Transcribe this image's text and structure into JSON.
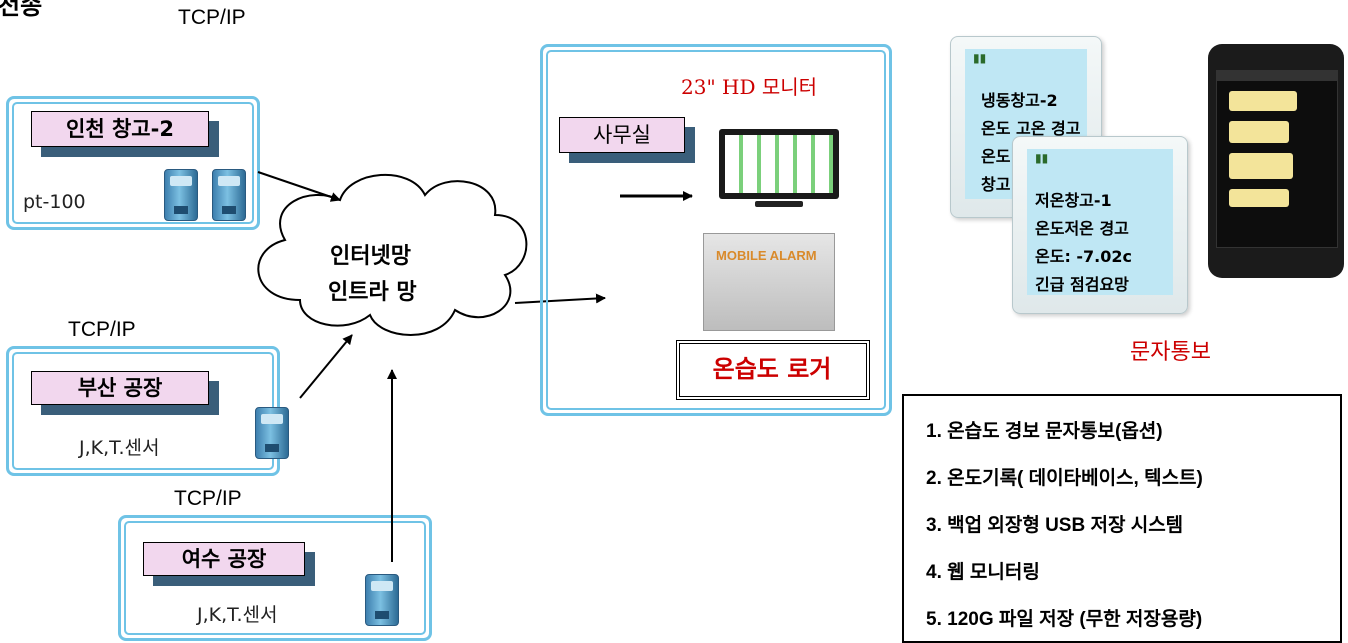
{
  "top_fragment": "전송",
  "network_labels": {
    "incheon": "TCP/IP",
    "busan": "TCP/IP",
    "yeosu": "TCP/IP"
  },
  "sites": {
    "incheon": {
      "name": "인천 창고-2",
      "sensor": "pt-100"
    },
    "busan": {
      "name": "부산 공장",
      "sensor": "J,K,T.센서"
    },
    "yeosu": {
      "name": "여수 공장",
      "sensor": "J,K,T.센서"
    }
  },
  "cloud": {
    "line1": "인터넷망",
    "line2": "인트라 망"
  },
  "office": {
    "monitor_label": "23\" HD 모니터",
    "office_label": "사무실",
    "alarm_device_label": "MOBILE ALARM",
    "logger_label": "온습도 로거"
  },
  "sms": {
    "caption": "문자통보",
    "phone1": [
      "냉동창고-2",
      "온도 고온 경고",
      "온도",
      "창고"
    ],
    "phone2": [
      "저온창고-1",
      "온도저온 경고",
      "온도:  -7.02c",
      "긴급 점검요망"
    ]
  },
  "features": [
    "1. 온습도 경보 문자통보(옵션)",
    "2. 온도기록( 데이타베이스, 텍스트)",
    "3. 백업 외장형 USB 저장 시스템",
    "4. 웹 모니터링",
    "5. 120G 파일 저장 (무한 저장용량)"
  ],
  "colors": {
    "site_border": "#6fc3e6",
    "label_bg": "#f2d7ee",
    "logger_text": "#cc0000",
    "caption_red": "#cc0000"
  }
}
